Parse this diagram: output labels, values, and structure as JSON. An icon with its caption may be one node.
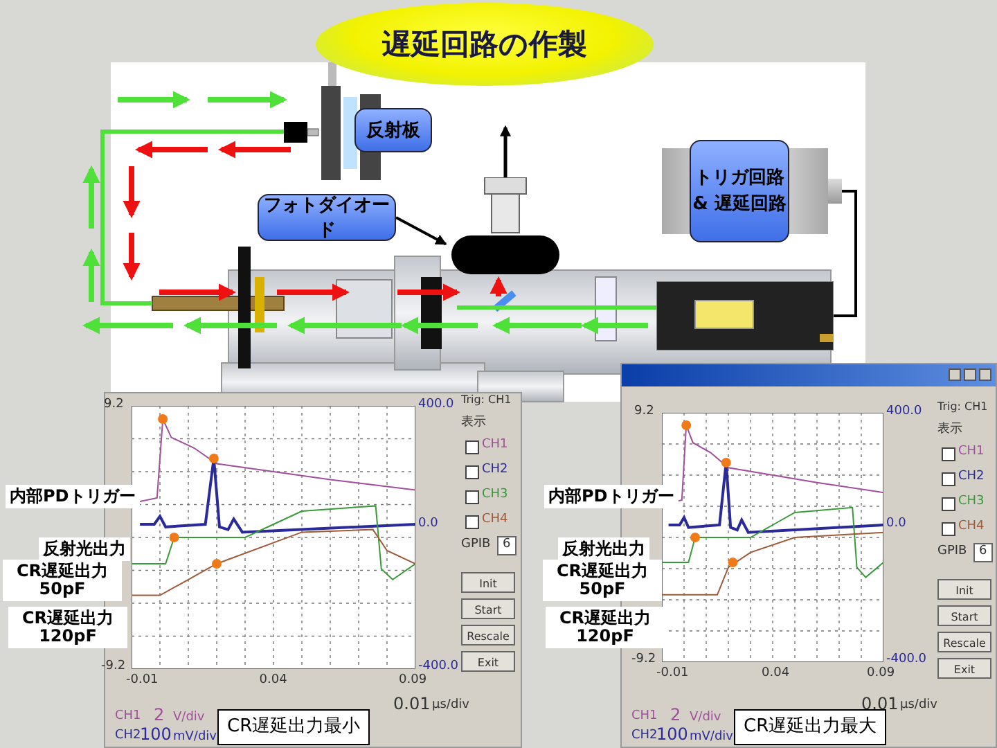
{
  "diagram": {
    "title": "遅延回路の作製",
    "nodes": [
      {
        "text": [
          "反射板"
        ]
      },
      {
        "text": [
          "フォトダイオード"
        ]
      },
      {
        "text": [],
        "shape": "picture"
      },
      {
        "text": [
          "トリガ回路 & 遅延回路"
        ]
      },
      {
        "text": [],
        "shape": "picture"
      }
    ],
    "edges": [
      {
        "from": 1,
        "to": 2,
        "arrow": "to"
      },
      {
        "from": 3,
        "to": 4,
        "arrow": "none"
      }
    ],
    "labels": [
      "Trig: CH1",
      "表示",
      "CH1",
      "CH2",
      "CH3",
      "CH4",
      "GPIB",
      "6",
      "Init",
      "Start",
      "Rescale",
      "Exit",
      "9.2",
      "-9.2",
      "400.0",
      "0.0",
      "-400.0",
      "-0.01",
      "0.04",
      "0.09",
      "0.01",
      "μs/div",
      "CH1",
      "2",
      "V/div",
      "CH2",
      "100",
      "mV/div",
      "内部PDトリガー",
      "反射光出力",
      "CR遅延出力 50pF",
      "CR遅延出力 120pF",
      "CR遅延出力最小",
      "Trig: CH1",
      "表示",
      "CH1",
      "CH2",
      "CH3",
      "CH4",
      "GPIB",
      "6",
      "Init",
      "Start",
      "Rescale",
      "Exit",
      "9.2",
      "-9.2",
      "400.0",
      "0.0",
      "-400.0",
      "-0.01",
      "0.04",
      "0.09",
      "0.01",
      "μs/div",
      "CH1",
      "2",
      "V/div",
      "CH2",
      "100",
      "mV/div",
      "内部PDトリガー",
      "反射光出力",
      "CR遅延出力 50pF",
      "CR遅延出力 120pF",
      "CR遅延出力最大"
    ]
  }
}
